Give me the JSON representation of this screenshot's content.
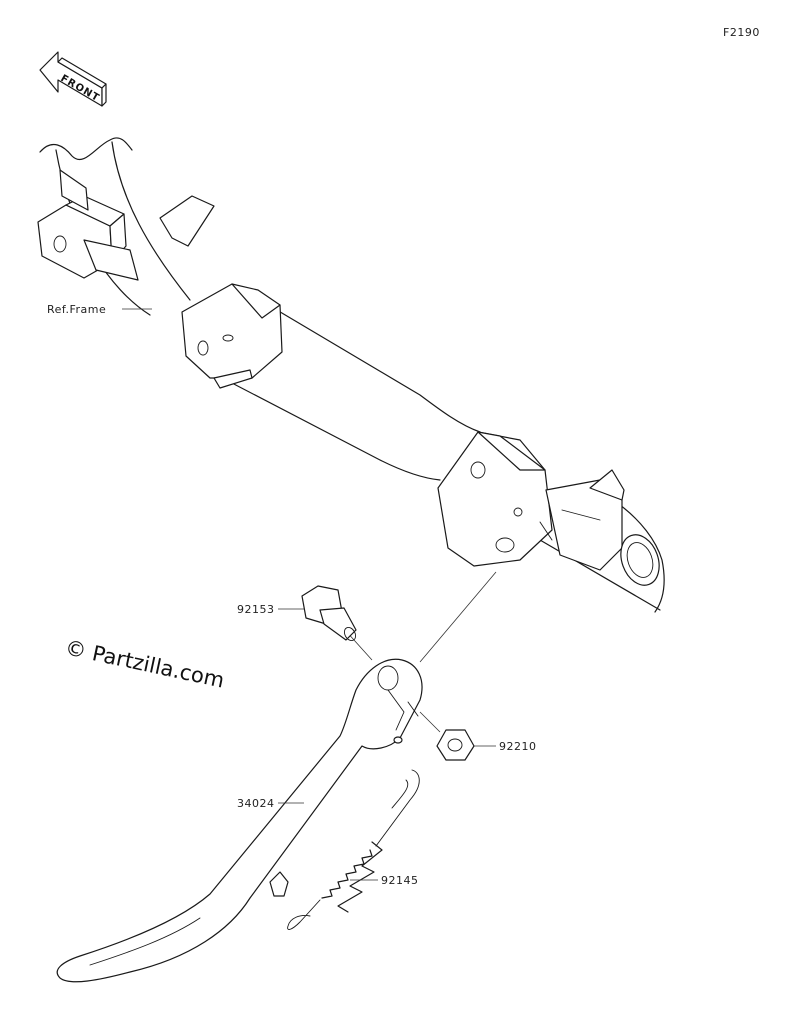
{
  "figure_id": "F2190",
  "front_label": "FRONT",
  "watermark": "© Partzilla.com",
  "parts": {
    "ref_frame": "Ref.Frame",
    "bolt": "92153",
    "nut": "92210",
    "stand": "34024",
    "spring": "92145"
  }
}
